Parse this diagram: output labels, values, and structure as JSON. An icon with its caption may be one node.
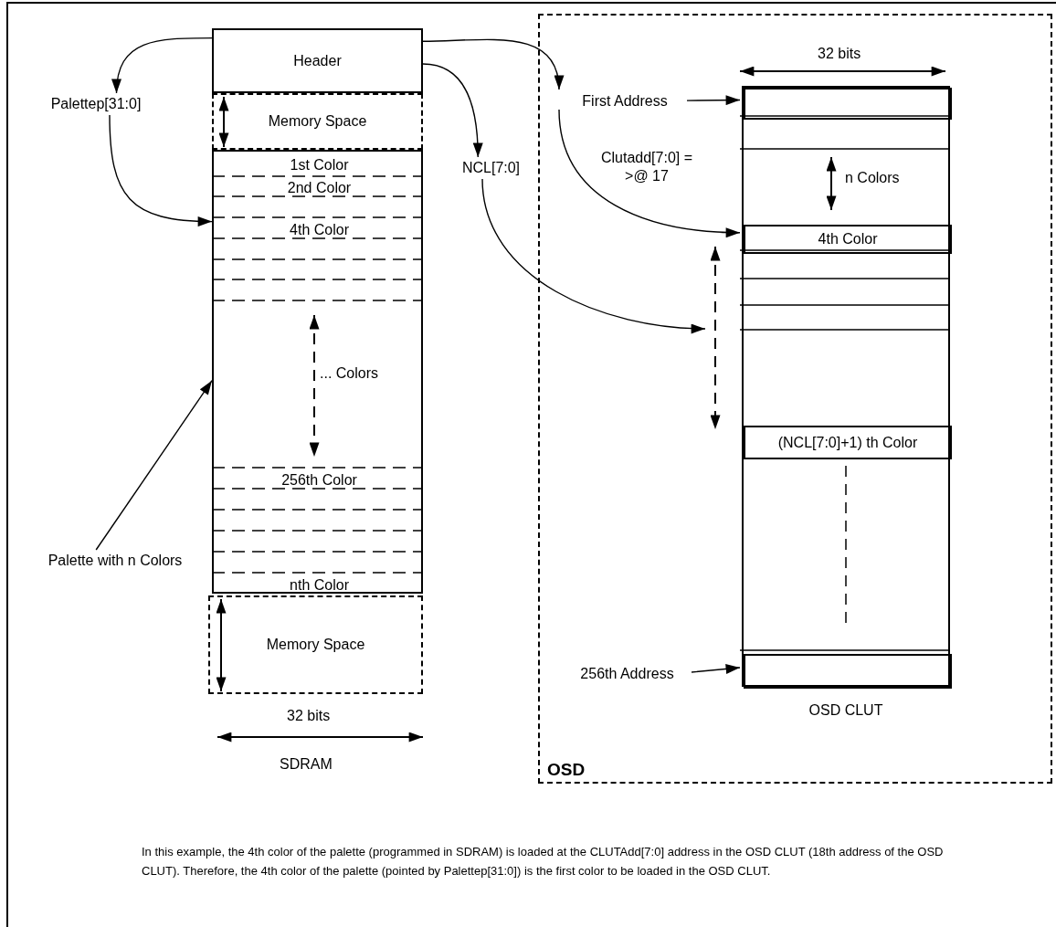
{
  "diagram": {
    "nodes": [
      {
        "text": [
          "Header"
        ]
      },
      {
        "text": [
          "Palettep[31:0]"
        ]
      },
      {
        "text": [
          "Memory Space"
        ]
      },
      {
        "text": [],
        "shape": "box"
      },
      {
        "text": [
          "1st Color"
        ],
        "in": 3
      },
      {
        "text": [
          "2nd Color"
        ],
        "in": 3
      },
      {
        "text": [
          "4th Color"
        ],
        "in": 3
      },
      {
        "text": [
          "256th Color"
        ],
        "in": 3
      },
      {
        "text": [
          "nth Color"
        ],
        "in": 3
      },
      {
        "text": [
          "Memory Space"
        ]
      },
      {
        "text": [
          "Palette with n Colors"
        ]
      },
      {
        "text": [
          "NCL[7:0]"
        ]
      },
      {
        "text": [
          "OSD"
        ]
      },
      {
        "text": [
          "First Address"
        ],
        "in": 12
      },
      {
        "text": [
          "OSD CLUT"
        ],
        "in": 12
      },
      {
        "text": [],
        "shape": "box",
        "in": 14
      },
      {
        "text": [
          "4th Color"
        ],
        "in": 14
      },
      {
        "text": [
          "(NCL[7:0]+1) th Color"
        ],
        "in": 14
      },
      {
        "text": [],
        "shape": "box",
        "in": 14
      },
      {
        "text": [
          "256th Address"
        ],
        "in": 12
      }
    ],
    "edges": [
      {
        "from": 0,
        "to": 1,
        "arrow": "to"
      },
      {
        "from": 1,
        "to": 6,
        "arrow": "to"
      },
      {
        "from": 0,
        "to": 11,
        "arrow": "to"
      },
      {
        "from": 0,
        "to": 13,
        "arrow": "to"
      },
      {
        "from": 13,
        "to": 16,
        "arrow": "to",
        "label": "Clutadd[7:0] = >@ 17"
      },
      {
        "from": 11,
        "to": null,
        "arrow": "to"
      },
      {
        "from": 13,
        "to": 15,
        "arrow": "to"
      },
      {
        "from": 19,
        "to": 18,
        "arrow": "to"
      },
      {
        "from": 10,
        "to": 3,
        "arrow": "to"
      }
    ],
    "labels": [
      "32 bits",
      "n Colors",
      "... Colors",
      "32 bits",
      "SDRAM",
      "In this example, the 4th color of the palette (programmed in SDRAM) is loaded at the CLUTAdd[7:0] address in the OSD CLUT (18th address of the OSD CLUT). Therefore, the 4th color of the palette (pointed by Palettep[31:0]) is the first color to be loaded in the OSD CLUT."
    ]
  }
}
